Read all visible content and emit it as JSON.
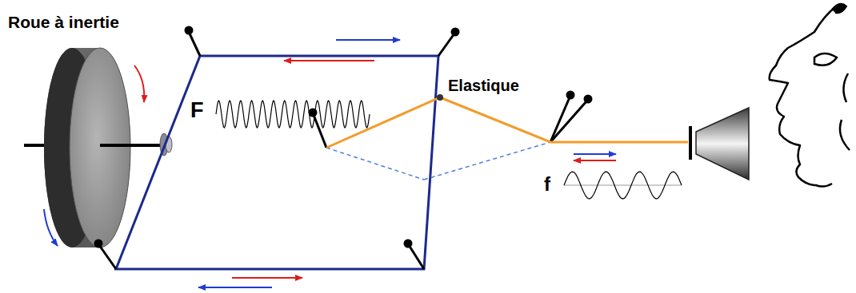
{
  "diagram": {
    "labels": [
      "Roue à inertie",
      "F",
      "Elastique",
      "f"
    ]
  }
}
